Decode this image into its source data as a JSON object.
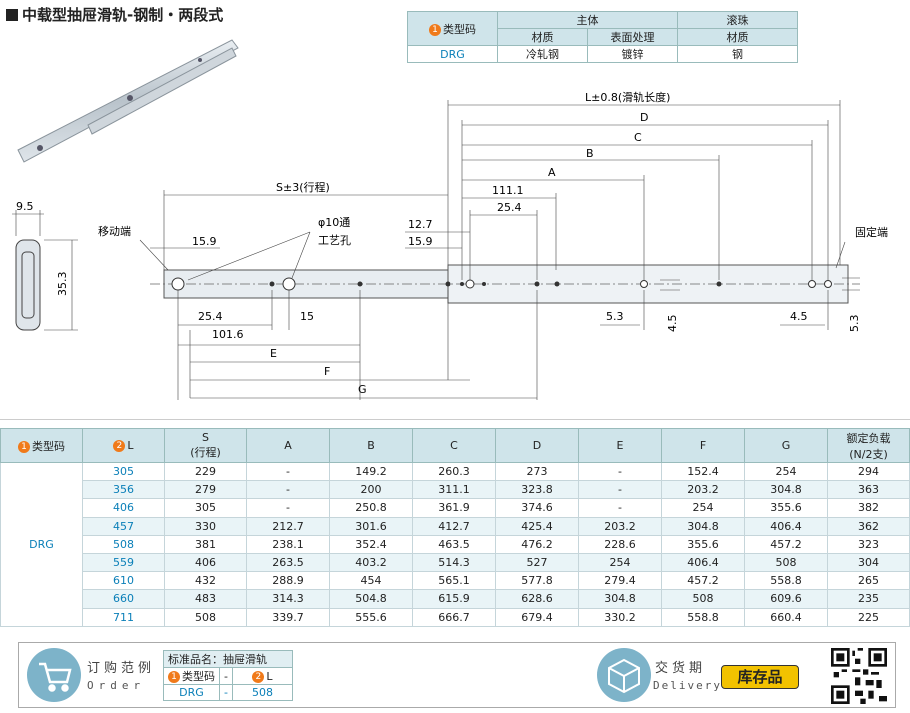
{
  "title": "中载型抽屉滑轨-钢制・两段式",
  "spec_table": {
    "type_code_label": "类型码",
    "main_body": "主体",
    "ball": "滚珠",
    "material": "材质",
    "surface": "表面处理",
    "material2": "材质",
    "type_code": "DRG",
    "main_material": "冷轧钢",
    "main_surface": "镀锌",
    "ball_material": "钢"
  },
  "drawing": {
    "length_label": "L±0.8(滑轨长度)",
    "stroke_label": "S±3(行程)",
    "moving_end": "移动端",
    "fixed_end": "固定端",
    "hole_label_1": "φ10通",
    "hole_label_2": "工艺孔",
    "dims": {
      "d95": "9.5",
      "d353": "35.3",
      "d159a": "15.9",
      "d127": "12.7",
      "d159b": "15.9",
      "d1111": "111.1",
      "d254a": "25.4",
      "d254b": "25.4",
      "d15": "15",
      "d1016": "101.6",
      "d53a": "5.3",
      "d45a": "4.5",
      "d45b": "4.5",
      "d53b": "5.3",
      "A": "A",
      "B": "B",
      "C": "C",
      "D": "D",
      "E": "E",
      "F": "F",
      "G": "G"
    }
  },
  "table": {
    "headers": {
      "type": "类型码",
      "L": "L",
      "S1": "S",
      "S2": "(行程)",
      "A": "A",
      "B": "B",
      "C": "C",
      "D": "D",
      "E": "E",
      "F": "F",
      "G": "G",
      "load1": "额定负载",
      "load2": "(N/2支)"
    },
    "type_code": "DRG",
    "rows": [
      {
        "L": "305",
        "S": "229",
        "A": "-",
        "B": "149.2",
        "C": "260.3",
        "D": "273",
        "E": "-",
        "F": "152.4",
        "G": "254",
        "load": "294"
      },
      {
        "L": "356",
        "S": "279",
        "A": "-",
        "B": "200",
        "C": "311.1",
        "D": "323.8",
        "E": "-",
        "F": "203.2",
        "G": "304.8",
        "load": "363"
      },
      {
        "L": "406",
        "S": "305",
        "A": "-",
        "B": "250.8",
        "C": "361.9",
        "D": "374.6",
        "E": "-",
        "F": "254",
        "G": "355.6",
        "load": "382"
      },
      {
        "L": "457",
        "S": "330",
        "A": "212.7",
        "B": "301.6",
        "C": "412.7",
        "D": "425.4",
        "E": "203.2",
        "F": "304.8",
        "G": "406.4",
        "load": "362"
      },
      {
        "L": "508",
        "S": "381",
        "A": "238.1",
        "B": "352.4",
        "C": "463.5",
        "D": "476.2",
        "E": "228.6",
        "F": "355.6",
        "G": "457.2",
        "load": "323"
      },
      {
        "L": "559",
        "S": "406",
        "A": "263.5",
        "B": "403.2",
        "C": "514.3",
        "D": "527",
        "E": "254",
        "F": "406.4",
        "G": "508",
        "load": "304"
      },
      {
        "L": "610",
        "S": "432",
        "A": "288.9",
        "B": "454",
        "C": "565.1",
        "D": "577.8",
        "E": "279.4",
        "F": "457.2",
        "G": "558.8",
        "load": "265"
      },
      {
        "L": "660",
        "S": "483",
        "A": "314.3",
        "B": "504.8",
        "C": "615.9",
        "D": "628.6",
        "E": "304.8",
        "F": "508",
        "G": "609.6",
        "load": "235"
      },
      {
        "L": "711",
        "S": "508",
        "A": "339.7",
        "B": "555.6",
        "C": "666.7",
        "D": "679.4",
        "E": "330.2",
        "F": "558.8",
        "G": "660.4",
        "load": "225"
      }
    ]
  },
  "footer": {
    "order_cn": "订购范例",
    "order_en": "Order",
    "std_name": "标准品名：抽屉滑轨",
    "type_label": "类型码",
    "dash": "-",
    "L_label": "L",
    "type_value": "DRG",
    "L_value": "508",
    "delivery_cn": "交货期",
    "delivery_en": "Delivery",
    "stock": "库存品"
  },
  "colors": {
    "accent": "#0a7fb8",
    "header_bg": "#cfe4ea",
    "badge": "#f07a1a",
    "stock": "#f2c200"
  }
}
